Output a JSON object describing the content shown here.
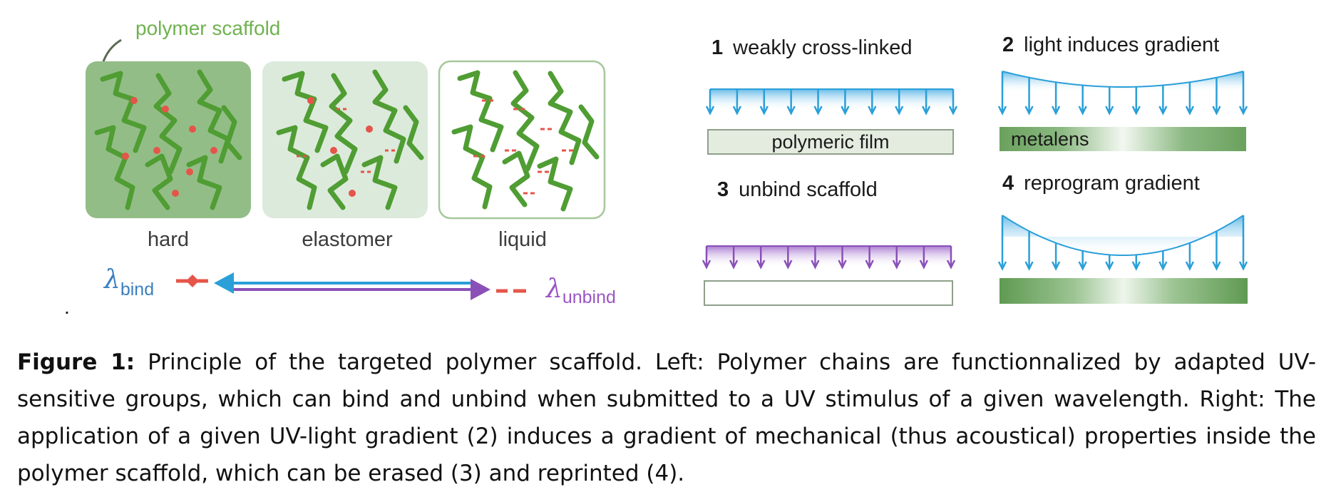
{
  "left_panel": {
    "callout": "polymer scaffold",
    "states": [
      {
        "label": "hard"
      },
      {
        "label": "elastomer"
      },
      {
        "label": "liquid"
      }
    ],
    "lambda_symbol": "λ",
    "bind_sub": "bind",
    "unbind_sub": "unbind",
    "colors": {
      "hard_bg": "#93bd87",
      "elastomer_bg": "#dceadb",
      "chain": "#4f9d33",
      "crosslink": "#e5554a",
      "bind_text": "#3a7fc0",
      "unbind_text": "#9a55c7",
      "arrow_blue": "#2a9fd8",
      "arrow_purple": "#8a50b8"
    }
  },
  "right_panel": {
    "steps": [
      {
        "number": "1",
        "text": "weakly cross-linked",
        "film_label": "polymeric film"
      },
      {
        "number": "2",
        "text": "light induces gradient",
        "film_label": "metalens"
      },
      {
        "number": "3",
        "text": "unbind scaffold",
        "film_label": ""
      },
      {
        "number": "4",
        "text": "reprogram gradient",
        "film_label": ""
      }
    ]
  },
  "caption": {
    "label": "Figure 1:",
    "text": "Principle of the targeted polymer scaffold. Left: Polymer chains are functionnalized by adapted UV-sensitive groups, which can bind and unbind when submitted to a UV stimulus of a given wavelength. Right: The application of a given UV-light gradient (2) induces a gradient of mechanical (thus acoustical) properties inside the polymer scaffold, which can be erased (3) and reprinted (4)."
  },
  "stray_mark": "."
}
